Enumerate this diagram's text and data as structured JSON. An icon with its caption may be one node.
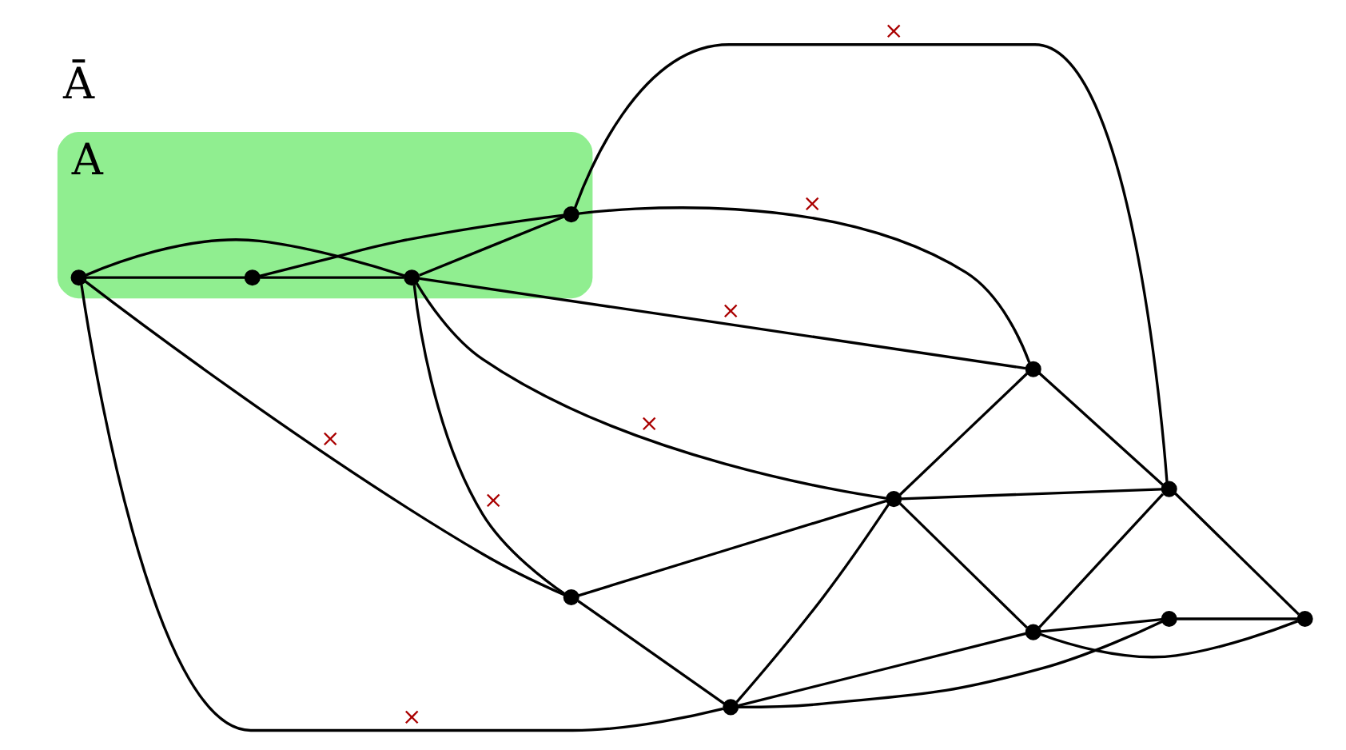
{
  "diagram": {
    "nodes": [
      {
        "text": [
          "A"
        ]
      },
      {
        "text": [],
        "shape": "circle",
        "in": 0
      },
      {
        "text": [],
        "shape": "circle",
        "in": 0
      },
      {
        "text": [],
        "shape": "circle",
        "in": 0
      },
      {
        "text": [],
        "shape": "circle",
        "in": 0
      },
      {
        "text": [],
        "shape": "circle"
      },
      {
        "text": [],
        "shape": "circle"
      },
      {
        "text": [],
        "shape": "circle"
      },
      {
        "text": [],
        "shape": "circle"
      },
      {
        "text": [],
        "shape": "circle"
      },
      {
        "text": [],
        "shape": "circle"
      },
      {
        "text": [],
        "shape": "circle"
      },
      {
        "text": [],
        "shape": "circle"
      }
    ],
    "edges": [
      {
        "from": 1,
        "to": 7,
        "arrow": "none",
        "label": "×"
      },
      {
        "from": 1,
        "to": 6,
        "arrow": "none",
        "label": "×"
      },
      {
        "from": 1,
        "to": 2,
        "arrow": "none"
      },
      {
        "from": 1,
        "to": 3,
        "arrow": "none"
      },
      {
        "from": 2,
        "to": 3,
        "arrow": "none"
      },
      {
        "from": 2,
        "to": 4,
        "arrow": "none"
      },
      {
        "from": 3,
        "to": 6,
        "arrow": "none",
        "label": "×"
      },
      {
        "from": 3,
        "to": 8,
        "arrow": "none",
        "label": "×"
      },
      {
        "from": 3,
        "to": 5,
        "arrow": "none",
        "label": "×"
      },
      {
        "from": 3,
        "to": 4,
        "arrow": "none"
      },
      {
        "from": 4,
        "to": 5,
        "arrow": "none",
        "label": "×"
      },
      {
        "from": 4,
        "to": 11,
        "arrow": "none",
        "label": "×"
      },
      {
        "from": 6,
        "to": 7,
        "arrow": "none"
      },
      {
        "from": 6,
        "to": 8,
        "arrow": "none"
      },
      {
        "from": 7,
        "to": 8,
        "arrow": "none"
      },
      {
        "from": 7,
        "to": 9,
        "arrow": "none"
      },
      {
        "from": 7,
        "to": 10,
        "arrow": "none"
      },
      {
        "from": 8,
        "to": 9,
        "arrow": "none"
      },
      {
        "from": 8,
        "to": 5,
        "arrow": "none"
      },
      {
        "from": 8,
        "to": 11,
        "arrow": "none"
      },
      {
        "from": 5,
        "to": 11,
        "arrow": "none"
      },
      {
        "from": 9,
        "to": 10,
        "arrow": "none"
      },
      {
        "from": 9,
        "to": 11,
        "arrow": "none"
      },
      {
        "from": 9,
        "to": 12,
        "arrow": "none"
      },
      {
        "from": 10,
        "to": 12,
        "arrow": "none"
      },
      {
        "from": 11,
        "to": 12,
        "arrow": "none"
      }
    ],
    "labels": [
      "Ā"
    ]
  }
}
